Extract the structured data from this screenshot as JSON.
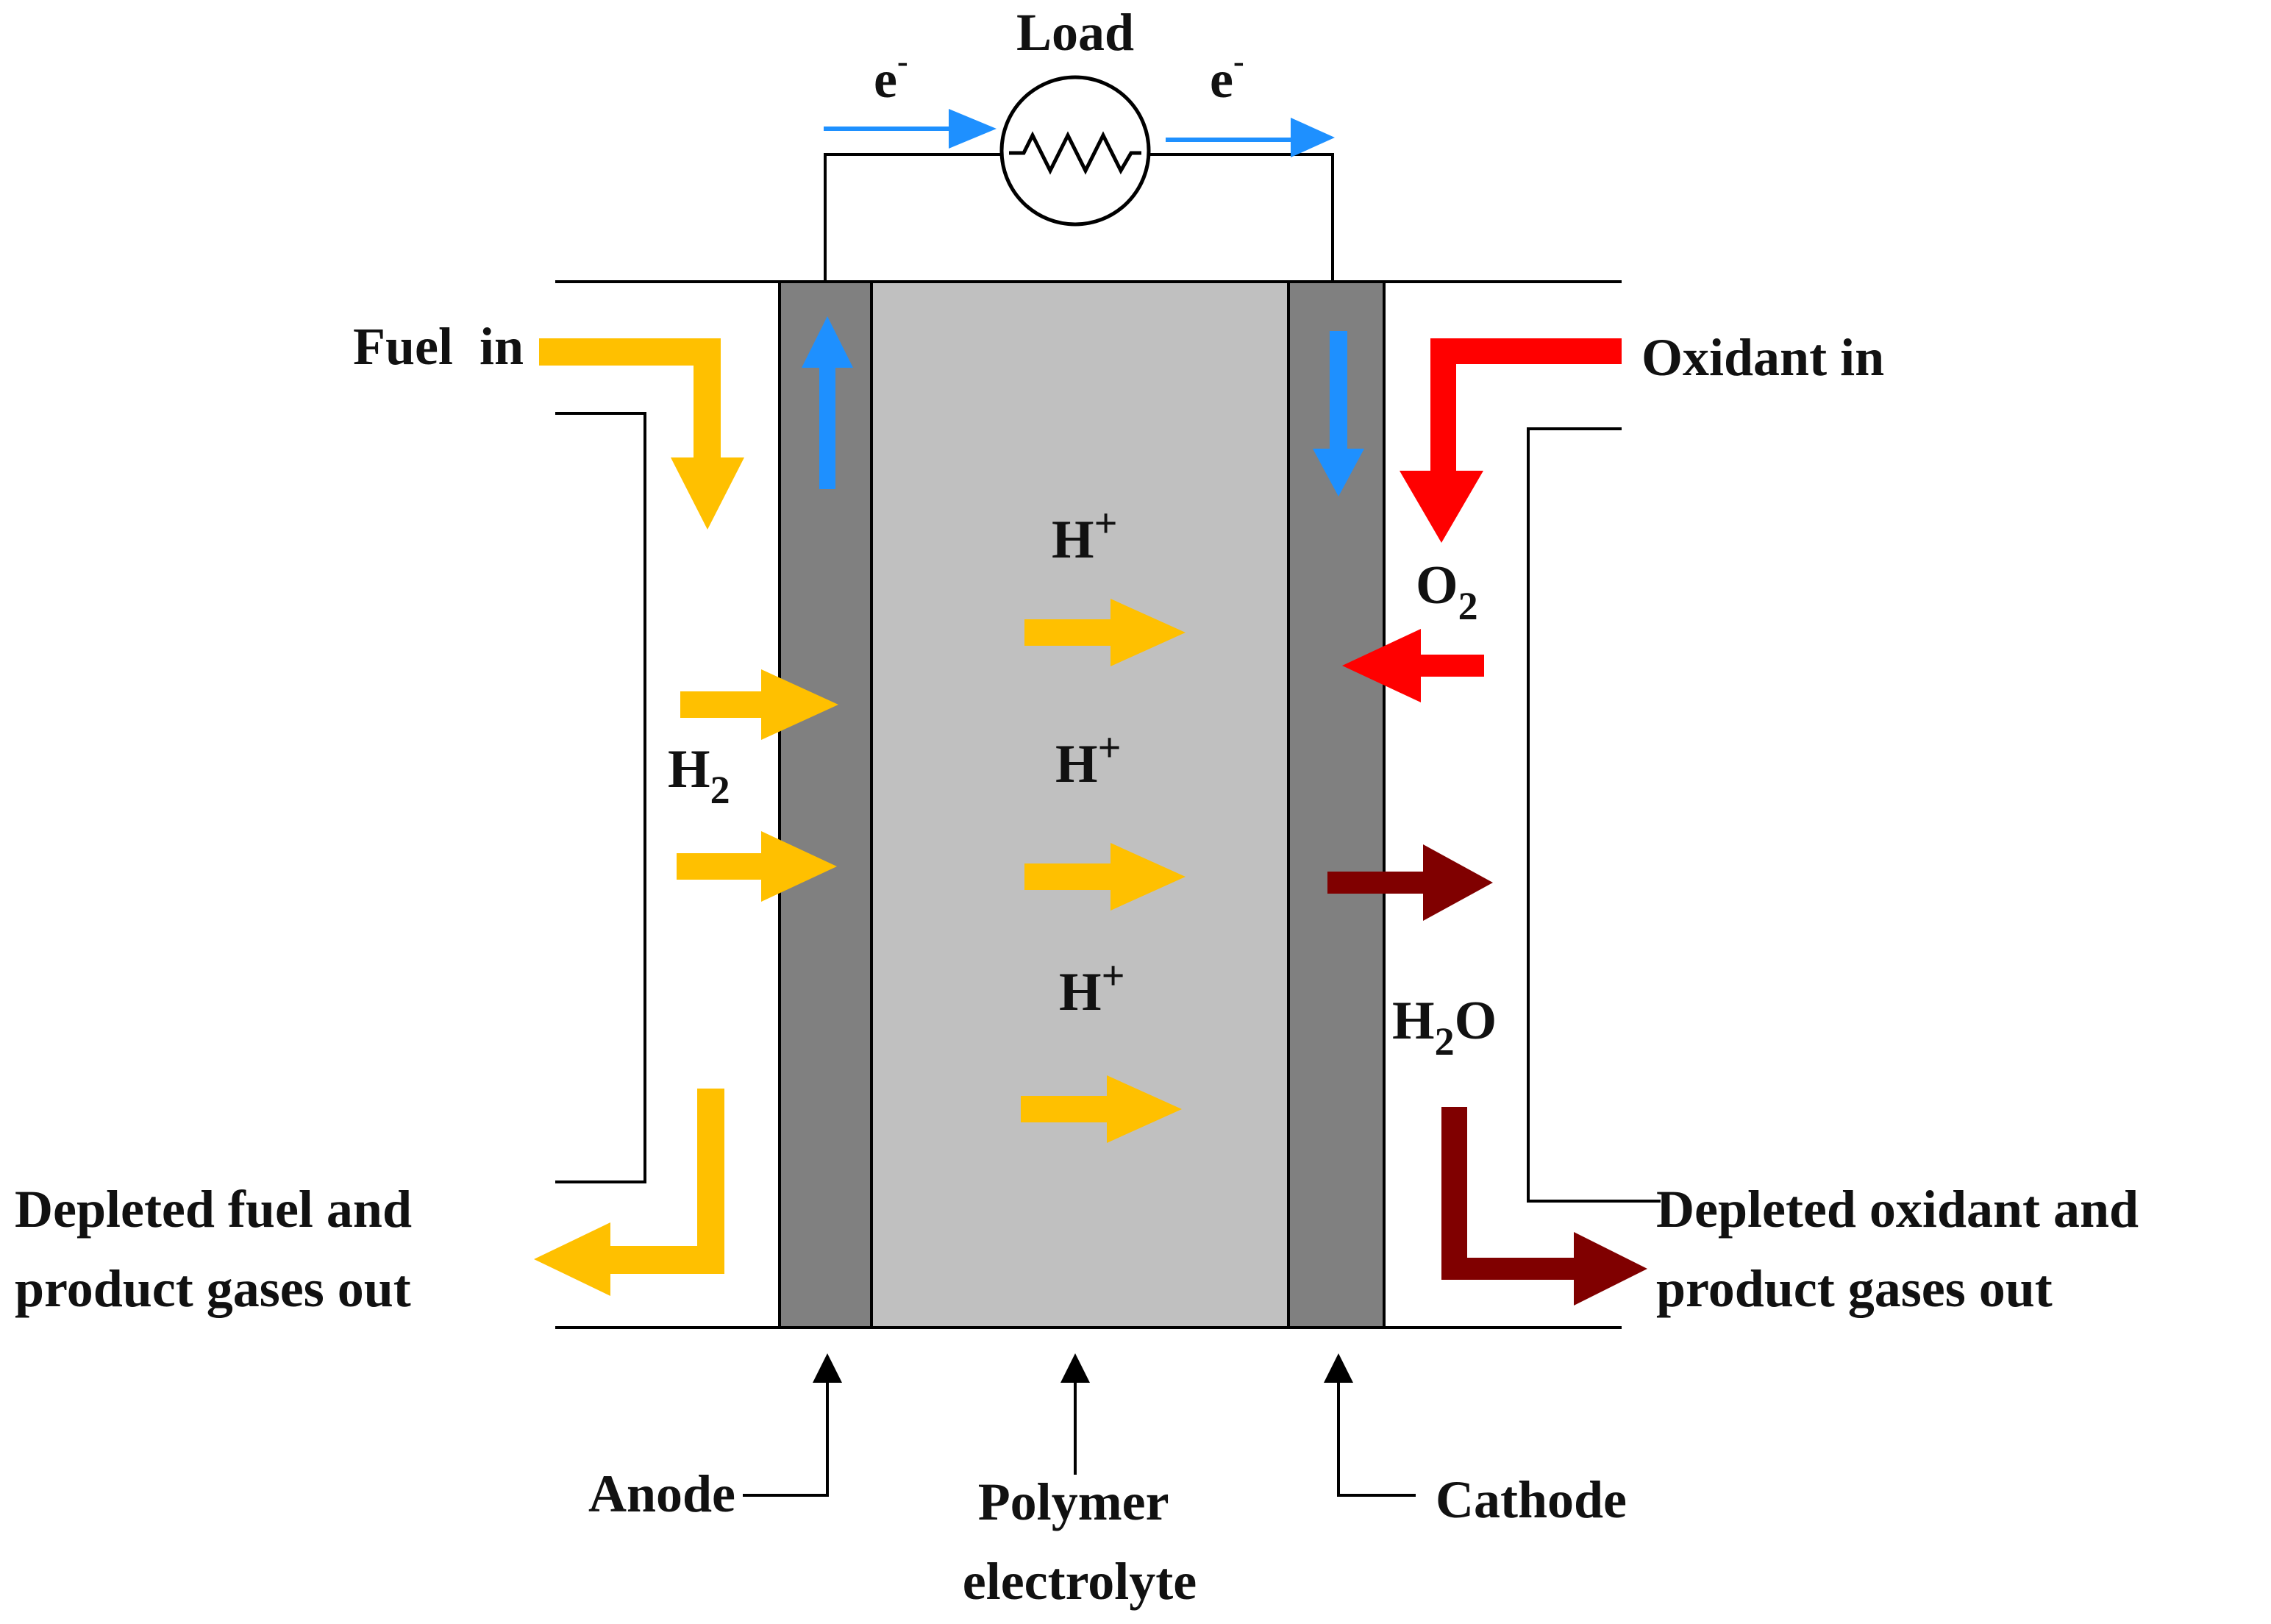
{
  "load": {
    "label": "Load"
  },
  "electron": {
    "symbol": "e",
    "charge": "-"
  },
  "fuel_in": {
    "label": "Fuel  in"
  },
  "oxidant_in": {
    "label": "Oxidant in"
  },
  "hydrogen": {
    "base": "H",
    "sub": "2"
  },
  "oxygen": {
    "base": "O",
    "sub": "2"
  },
  "proton": {
    "base": "H",
    "sup": "+"
  },
  "water": {
    "base": "H",
    "sub": "2",
    "tail": "O"
  },
  "depleted_fuel": {
    "line1": "Depleted fuel and",
    "line2": "product gases out"
  },
  "depleted_oxidant": {
    "line1": "Depleted oxidant and",
    "line2": "product gases out"
  },
  "anode": {
    "label": "Anode"
  },
  "cathode": {
    "label": "Cathode"
  },
  "electrolyte": {
    "line1": "Polymer",
    "line2": "electrolyte"
  },
  "colors": {
    "electron_flow": "#1e90ff",
    "fuel": "#ffc000",
    "oxidant": "#ff0000",
    "water": "#800000",
    "electrode": "#808080",
    "electrolyte": "#c0c0c0",
    "wire": "#000000"
  },
  "icons": {
    "resistor": "resistor-icon",
    "arrow": "arrow-icon"
  }
}
